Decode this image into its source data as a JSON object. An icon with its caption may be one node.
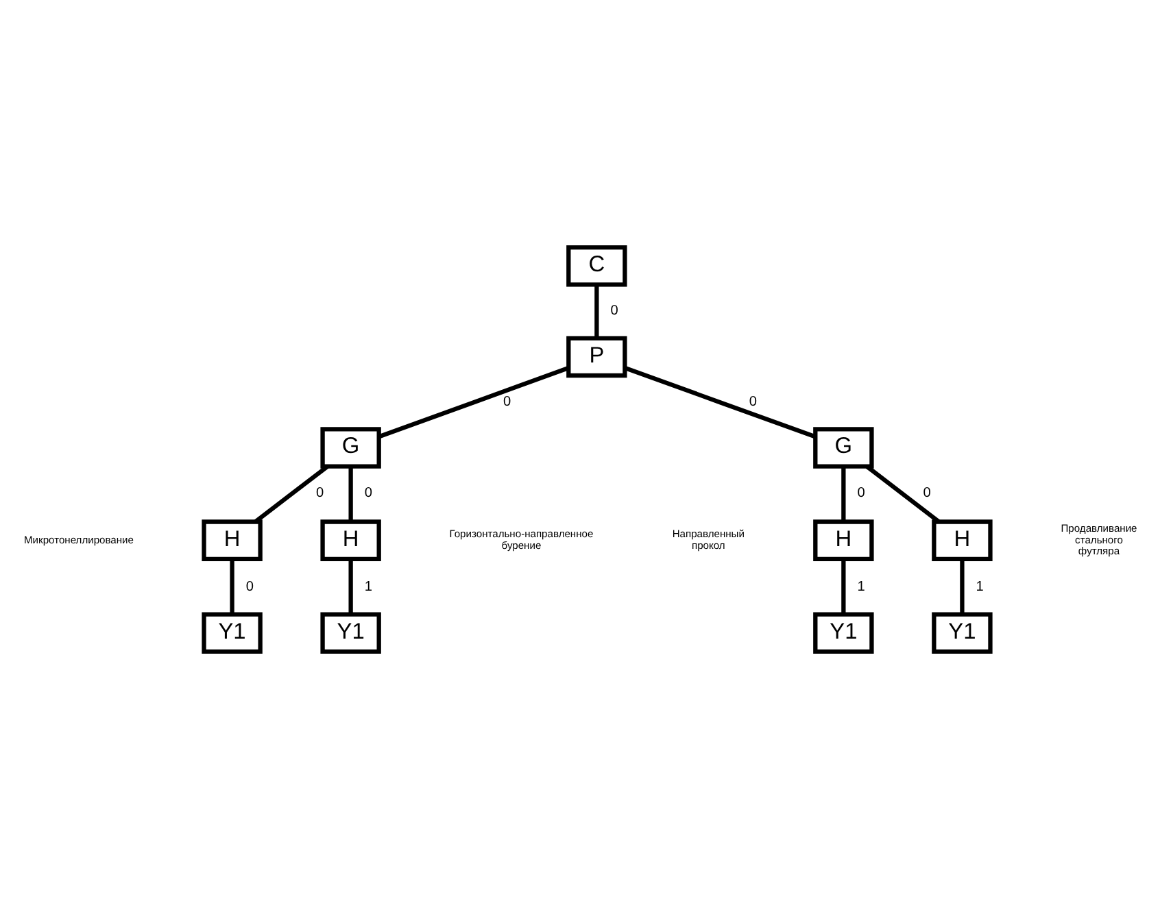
{
  "diagram": {
    "nodes": [
      {
        "text": [
          "C"
        ]
      },
      {
        "text": [
          "P"
        ]
      },
      {
        "text": [
          "G"
        ]
      },
      {
        "text": [
          "G"
        ]
      },
      {
        "text": [
          "H"
        ]
      },
      {
        "text": [
          "H"
        ]
      },
      {
        "text": [
          "H"
        ]
      },
      {
        "text": [
          "H"
        ]
      },
      {
        "text": [
          "Y1"
        ]
      },
      {
        "text": [
          "Y1"
        ]
      },
      {
        "text": [
          "Y1"
        ]
      },
      {
        "text": [
          "Y1"
        ]
      }
    ],
    "edges": [
      {
        "from": 0,
        "to": 1,
        "arrow": "none",
        "label": "0"
      },
      {
        "from": 1,
        "to": 2,
        "arrow": "none",
        "label": "0"
      },
      {
        "from": 1,
        "to": 3,
        "arrow": "none",
        "label": "0"
      },
      {
        "from": 2,
        "to": 4,
        "arrow": "none",
        "label": "0"
      },
      {
        "from": 2,
        "to": 5,
        "arrow": "none",
        "label": "0"
      },
      {
        "from": 3,
        "to": 6,
        "arrow": "none",
        "label": "0"
      },
      {
        "from": 3,
        "to": 7,
        "arrow": "none",
        "label": "0"
      },
      {
        "from": 4,
        "to": 8,
        "arrow": "none",
        "label": "0"
      },
      {
        "from": 5,
        "to": 9,
        "arrow": "none",
        "label": "1"
      },
      {
        "from": 6,
        "to": 10,
        "arrow": "none",
        "label": "1"
      },
      {
        "from": 7,
        "to": 11,
        "arrow": "none",
        "label": "1"
      }
    ],
    "labels": [
      "Микротонеллирование",
      "Горизонтально-направленное бурение",
      "Направленный прокол",
      "Продавливание стального футляра"
    ]
  }
}
